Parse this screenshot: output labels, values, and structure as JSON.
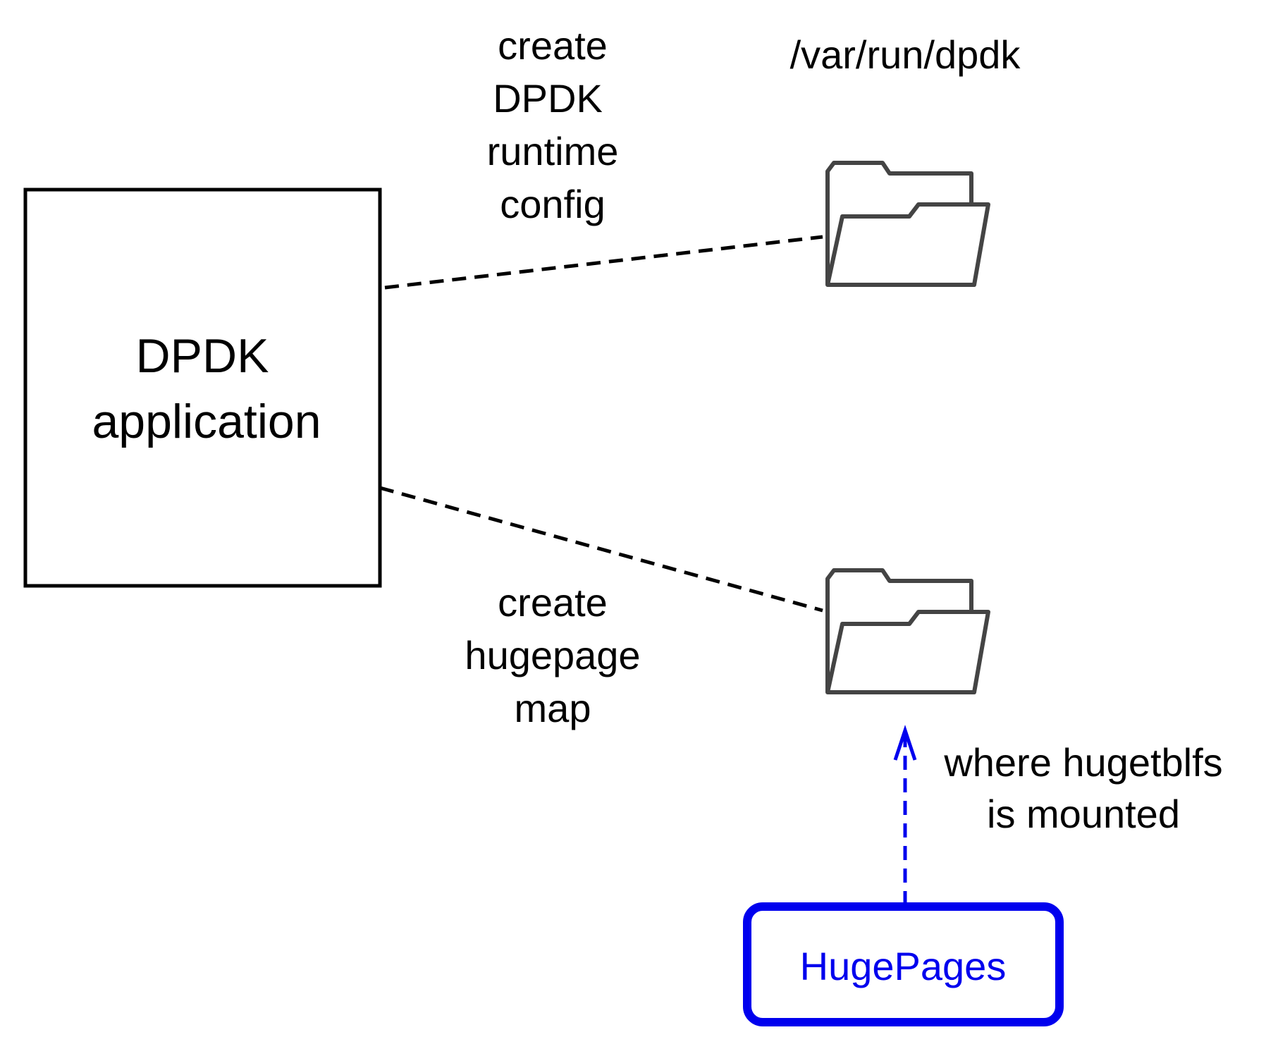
{
  "app_box": {
    "lines": [
      "DPDK",
      "application"
    ]
  },
  "runtime_config": {
    "path_label": "/var/run/dpdk",
    "edge_label_lines": [
      "create",
      "DPDK",
      "runtime",
      "config"
    ],
    "folder_icon": "folder-open-icon"
  },
  "hugepage_map": {
    "edge_label_lines": [
      "create",
      "hugepage",
      "map"
    ],
    "folder_icon": "folder-open-icon"
  },
  "hugepages": {
    "label": "HugePages",
    "edge_label_lines": [
      "where hugetblfs",
      "is mounted"
    ]
  },
  "colors": {
    "ink": "#000000",
    "folder_stroke": "#444444",
    "accent_blue": "#0000ee"
  }
}
